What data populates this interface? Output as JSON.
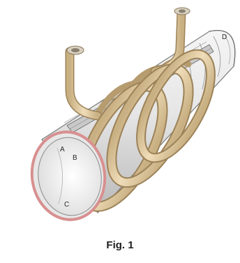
{
  "figure": {
    "caption": "Fig. 1",
    "labels": {
      "a": "A",
      "b": "B",
      "c": "C",
      "d": "D"
    },
    "colors": {
      "coil": "#e6cfa6",
      "coil_edge": "#9c8258",
      "tube": "#eeeeee",
      "tube_edge": "#7a7a7a",
      "tube_rim": "#d89090",
      "strip": "#c9c9c9"
    }
  }
}
